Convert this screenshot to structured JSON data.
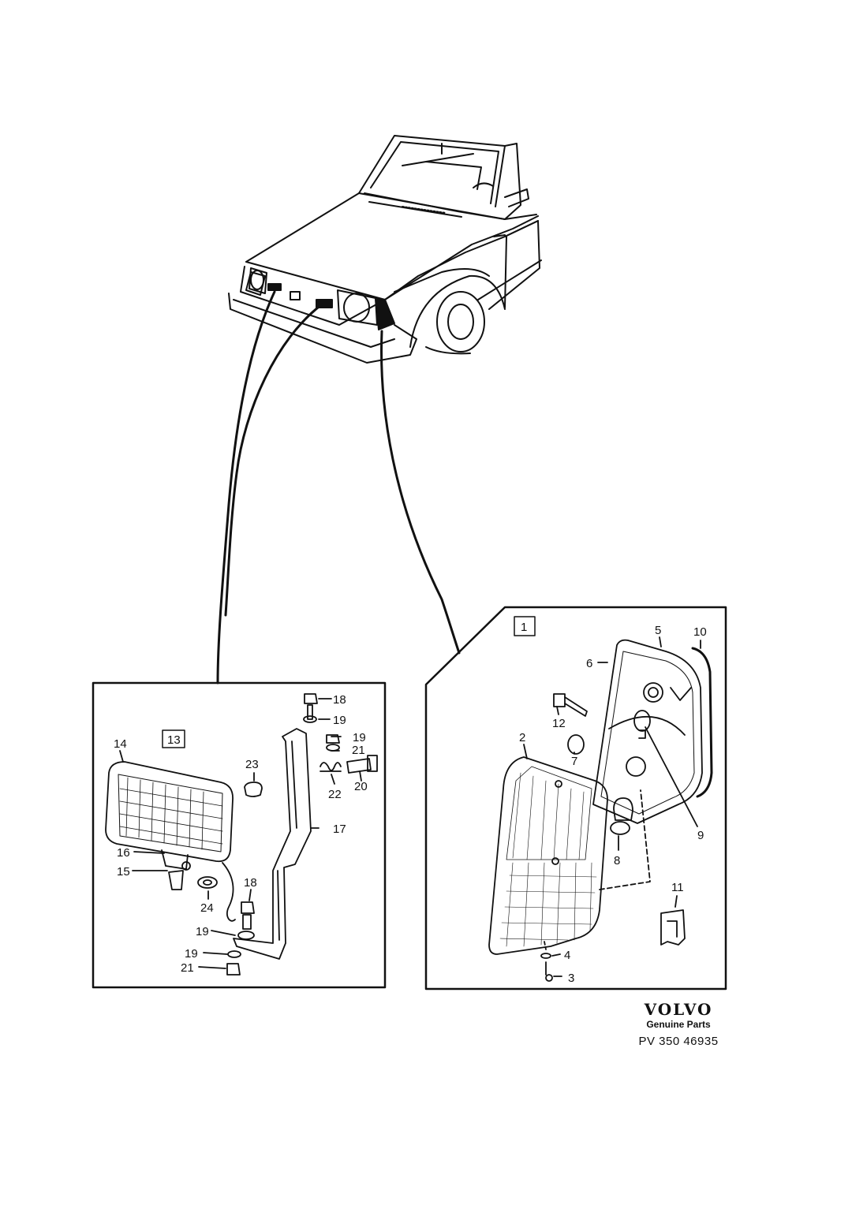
{
  "fog_light_box": {
    "box_number": "13",
    "labels": [
      "14",
      "15",
      "16",
      "17",
      "18",
      "19",
      "19",
      "21",
      "20",
      "22",
      "23",
      "24",
      "18",
      "19",
      "19",
      "21"
    ]
  },
  "corner_light_box": {
    "box_number": "1",
    "labels": [
      "2",
      "3",
      "4",
      "5",
      "6",
      "7",
      "8",
      "9",
      "10",
      "11",
      "12"
    ]
  },
  "footer": {
    "brand": "VOLVO",
    "subtitle": "Genuine Parts",
    "part_number": "PV 350 46935"
  },
  "colors": {
    "line": "#111111",
    "background": "#ffffff"
  }
}
